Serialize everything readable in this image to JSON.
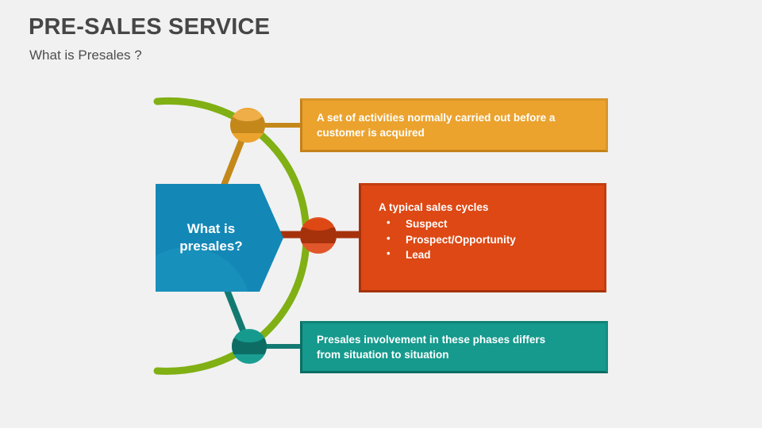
{
  "slide": {
    "title": "PRE-SALES SERVICE",
    "subtitle": "What is Presales ?",
    "background_color": "#f1f1f1",
    "title_color": "#464646"
  },
  "diagram": {
    "type": "radial-mindmap",
    "center_node": {
      "label_line1": "What is",
      "label_line2": "presales?",
      "shape": "pentagon-arrow",
      "color": "#1388b6"
    },
    "arc": {
      "color": "#80b014",
      "shape": "ellipse-arc"
    },
    "nodes": [
      {
        "id": "node-activities",
        "marker": "sphere",
        "marker_color": "#eba32e",
        "marker_shadow_color": "#c4821a",
        "box_color": "#eba32e",
        "box_border_color": "#c4821a",
        "text_lines": [
          "A set of activities normally carried out before a",
          "customer is acquired"
        ],
        "bullets": []
      },
      {
        "id": "node-sales-cycle",
        "marker": "sphere",
        "marker_color": "#dd4814",
        "marker_shadow_color": "#a6320c",
        "box_color": "#dd4814",
        "box_border_color": "#a6320c",
        "text_lines": [
          "A typical sales cycles"
        ],
        "bullets": [
          "Suspect",
          "Prospect/Opportunity",
          "Lead"
        ]
      },
      {
        "id": "node-involvement",
        "marker": "sphere",
        "marker_color": "#159a8d",
        "marker_shadow_color": "#0d6d64",
        "box_color": "#159a8d",
        "box_border_color": "#0d6d64",
        "text_lines": [
          "Presales involvement in these phases differs",
          "from situation to situation"
        ],
        "bullets": []
      }
    ]
  }
}
